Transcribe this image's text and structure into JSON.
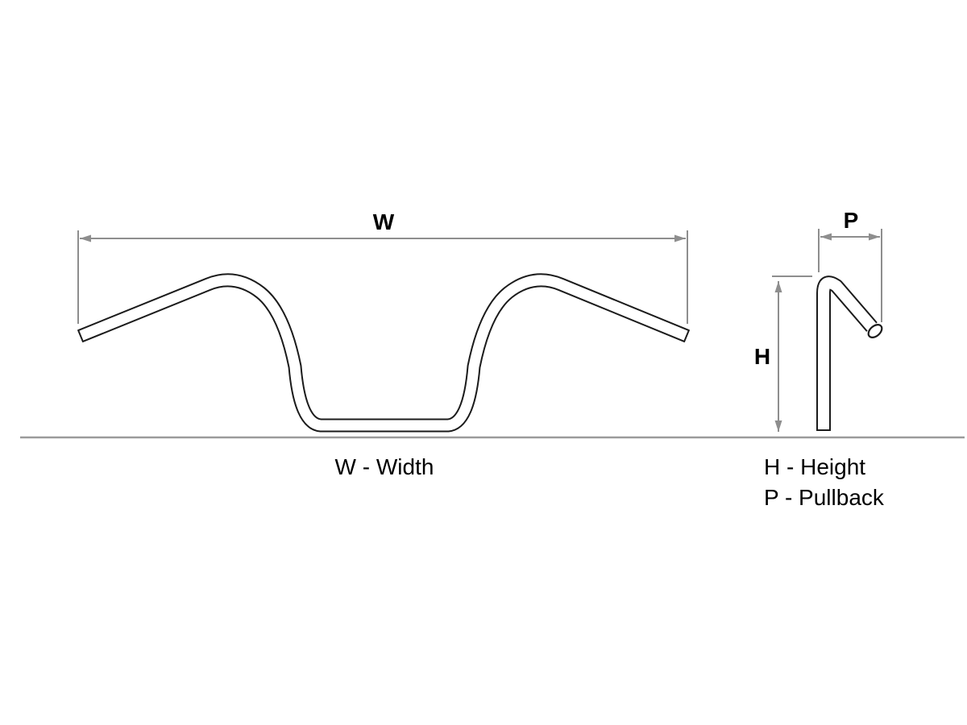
{
  "diagram": {
    "front_view": {
      "width_label": "W",
      "caption": "W - Width"
    },
    "side_view": {
      "height_label": "H",
      "pullback_label": "P",
      "height_caption": "H - Height",
      "pullback_caption": "P - Pullback"
    },
    "colors": {
      "tube": "#1b1b1b",
      "tube_fill": "#ffffff",
      "dimension": "#8e8e8e",
      "baseline": "#9b9b9b",
      "text": "#000000"
    }
  }
}
